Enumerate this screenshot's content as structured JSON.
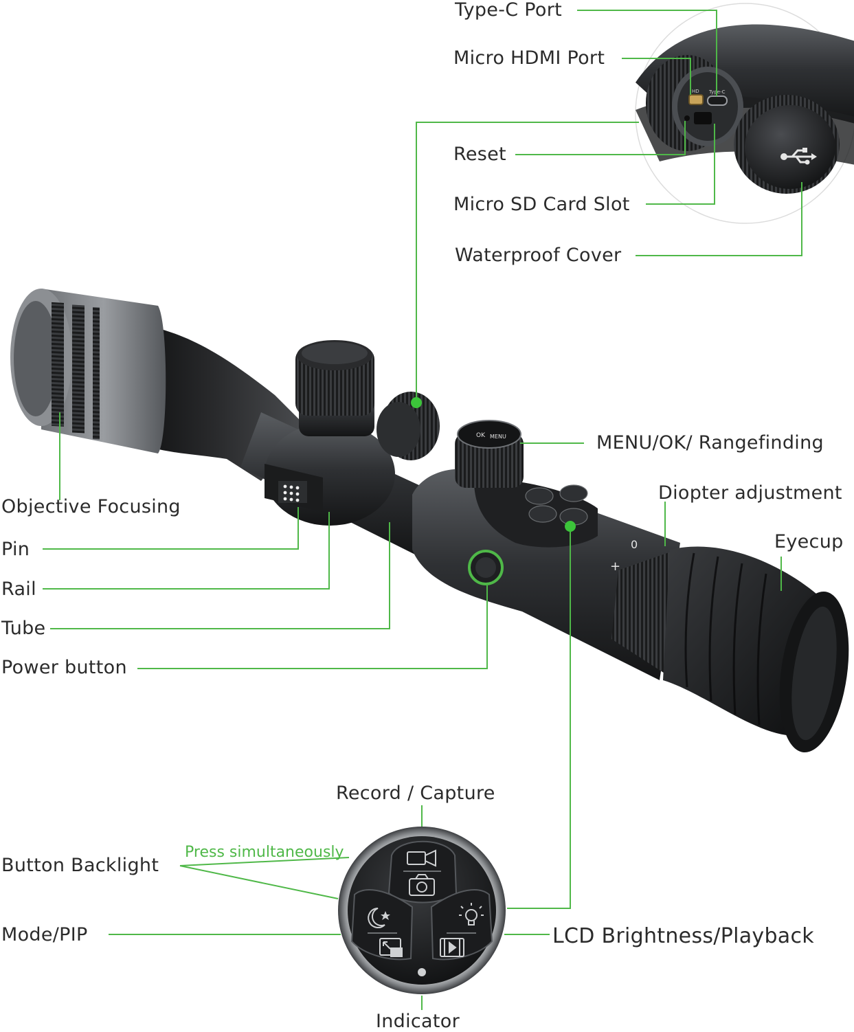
{
  "labels": {
    "type_c_port": "Type-C Port",
    "micro_hdmi_port": "Micro HDMI Port",
    "reset": "Reset",
    "micro_sd_card_slot": "Micro SD Card Slot",
    "waterproof_cover": "Waterproof Cover",
    "menu_ok_rangefinding": "MENU/OK/ Rangefinding",
    "diopter_adjustment": "Diopter adjustment",
    "eyecup": "Eyecup",
    "objective_focusing": "Objective Focusing",
    "pin": "Pin",
    "rail": "Rail",
    "tube": "Tube",
    "power_button": "Power button",
    "record_capture": "Record / Capture",
    "button_backlight": "Button Backlight",
    "press_simultaneously": "Press simultaneously",
    "mode_pip": "Mode/PIP",
    "lcd_brightness_playback": "LCD Brightness/Playback",
    "indicator": "Indicator"
  },
  "device_markings": {
    "hdmi_mark": "HD",
    "typec_mark": "Type-C",
    "ok_key": "OK",
    "menu_key": "MENU",
    "diopter_plus": "+",
    "diopter_zero": "0"
  },
  "icons": [
    "usb-icon",
    "video-camera-icon",
    "photo-camera-icon",
    "moon-star-icon",
    "light-bulb-icon",
    "pip-icon",
    "playback-icon"
  ],
  "colors": {
    "leader_line": "#4fb848",
    "callout_dot": "#3cc43a",
    "label_text": "#2b2b2b",
    "scope_body": "#2e3033",
    "scope_dark": "#111213"
  }
}
